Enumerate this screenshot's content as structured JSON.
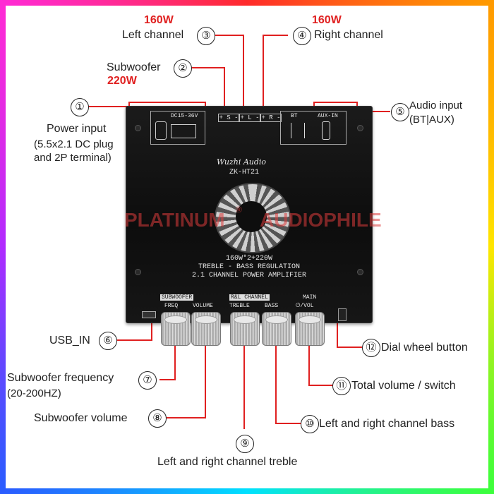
{
  "callouts": [
    {
      "num": "①",
      "label": "Power input",
      "sub": "(5.5x2.1 DC plug\nand 2P terminal)"
    },
    {
      "num": "②",
      "label": "Subwoofer",
      "power": "220W"
    },
    {
      "num": "③",
      "label": "Left channel",
      "power": "160W"
    },
    {
      "num": "④",
      "label": "Right channel",
      "power": "160W"
    },
    {
      "num": "⑤",
      "label": "Audio input",
      "sub": "(BT|AUX)"
    },
    {
      "num": "⑥",
      "label": "USB_IN"
    },
    {
      "num": "⑦",
      "label": "Subwoofer frequency",
      "sub": "(20-200HZ)"
    },
    {
      "num": "⑧",
      "label": "Subwoofer volume"
    },
    {
      "num": "⑨",
      "label": "Left and right channel treble"
    },
    {
      "num": "⑩",
      "label": "Left and right channel bass"
    },
    {
      "num": "⑪",
      "label": "Total volume / switch"
    },
    {
      "num": "⑫",
      "label": "Dial wheel button"
    }
  ],
  "board": {
    "brand": "Wuzhi Audio",
    "model": "ZK-HT21",
    "spec": "160W*2+220W",
    "line2": "TREBLE - BASS REGULATION",
    "line3": "2.1 CHANNEL POWER AMPLIFIER",
    "dc_label": "DC15-36V",
    "bt_label": "BT",
    "aux_label": "AUX-IN",
    "group_sub": "SUBWOOFER",
    "group_rl": "R&L CHANNEL",
    "group_main": "MAIN",
    "knob_labels": [
      "FREQ",
      "VOLUME",
      "TREBLE",
      "BASS",
      "⏻/VOL"
    ],
    "terminals": [
      "+ S -",
      "+ L -",
      "+ R -"
    ]
  },
  "watermark": {
    "left": "PLATINUM",
    "reg": "®",
    "right": "AUDIOPHILE"
  },
  "colors": {
    "accent_red": "#e02020",
    "board": "#111111",
    "knob": "#c8c8c8"
  }
}
